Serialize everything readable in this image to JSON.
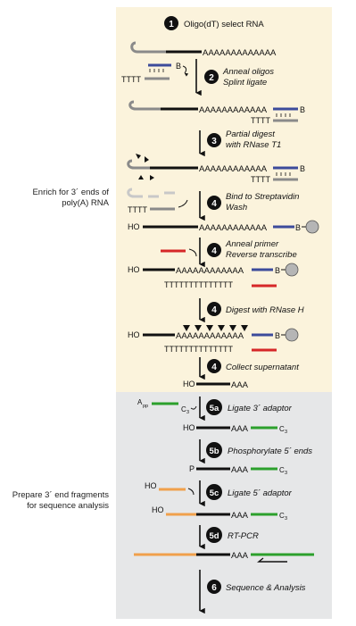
{
  "colors": {
    "top_panel": "#fbf3dc",
    "bottom_panel": "#e6e7e8",
    "rna": "#111111",
    "oligo_gray": "#8a8a8a",
    "light_gray": "#c8c8c8",
    "blue": "#3c4b9b",
    "red": "#d62728",
    "green": "#2ca02c",
    "orange": "#f0a04b",
    "bead": "#b5b5b5"
  },
  "side_labels": {
    "enrich": "Enrich for 3´ ends of poly(A) RNA",
    "prepare": "Prepare 3´ end fragments for sequence analysis"
  },
  "steps": [
    {
      "num": "1",
      "line1": "Oligo(dT) select RNA",
      "line2": ""
    },
    {
      "num": "2",
      "line1": "Anneal oligos",
      "line2": "Splint ligate"
    },
    {
      "num": "3",
      "line1": "Partial digest",
      "line2": "with RNase T1"
    },
    {
      "num": "4",
      "line1": "Bind to Streptavidin",
      "line2": "Wash"
    },
    {
      "num": "4",
      "line1": "Anneal primer",
      "line2": "Reverse transcribe"
    },
    {
      "num": "4",
      "line1": "Digest with RNase H",
      "line2": ""
    },
    {
      "num": "4",
      "line1": "Collect supernatant",
      "line2": ""
    },
    {
      "num": "5a",
      "line1": "Ligate 3´ adaptor",
      "line2": ""
    },
    {
      "num": "5b",
      "line1": "Phosphorylate 5´ ends",
      "line2": ""
    },
    {
      "num": "5c",
      "line1": "Ligate 5´ adaptor",
      "line2": ""
    },
    {
      "num": "5d",
      "line1": "RT-PCR",
      "line2": ""
    },
    {
      "num": "6",
      "line1": "Sequence & Analysis",
      "line2": ""
    }
  ],
  "labels": {
    "polyA_long": "AAAAAAAAAAAAA",
    "polyA_mid": "AAAAAAAAAAAA",
    "polyA_short": "AAA",
    "polyT_short": "TTTT",
    "polyT_long": "TTTTTTTTTTTTTT",
    "biotin": "B",
    "ho": "HO",
    "p": "P",
    "app": "A",
    "app_sub": "pp",
    "c3": "C",
    "c3_sub": "3"
  }
}
